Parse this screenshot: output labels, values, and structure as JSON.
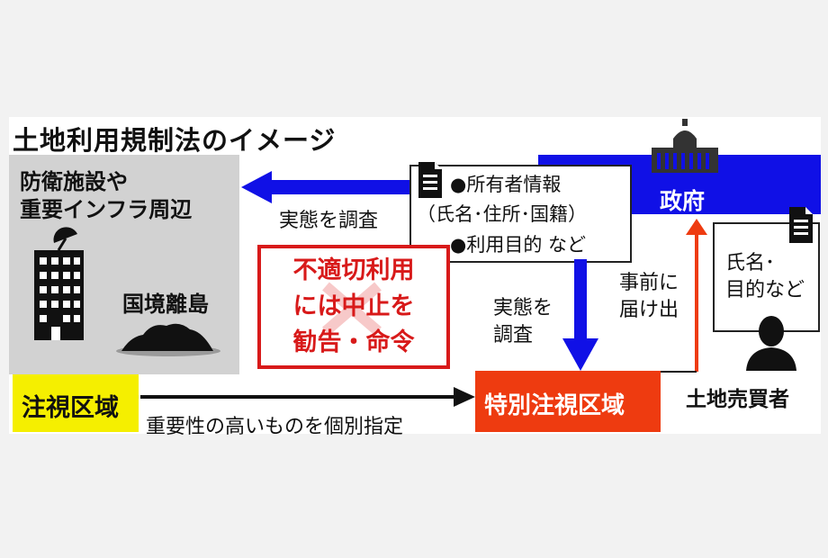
{
  "title": "土地利用規制法のイメージ",
  "left_area": {
    "line1": "防衛施設や",
    "line2": "重要インフラ周辺",
    "island_label": "国境離島"
  },
  "investigate_left": "実態を調査",
  "info_box": {
    "line1": "●所有者情報",
    "line2": "（氏名･住所･国籍）",
    "line3": "●利用目的 など"
  },
  "government": "政府",
  "warning": {
    "line1": "不適切利用",
    "line2": "には中止を",
    "line3": "勧告・命令"
  },
  "investigate_down": {
    "line1": "実態を",
    "line2": "調査"
  },
  "notify": {
    "line1": "事前に",
    "line2": "届け出"
  },
  "name_box": {
    "line1": "氏名･",
    "line2": "目的など"
  },
  "zone_watch": "注視区域",
  "zone_special": "特別注視区域",
  "designation": "重要性の高いものを個別指定",
  "seller": "土地売買者",
  "colors": {
    "blue": "#1010e6",
    "red": "#d81a1a",
    "orange_red": "#ee3b10",
    "yellow": "#f5ef00",
    "gray": "#d2d2d2"
  }
}
